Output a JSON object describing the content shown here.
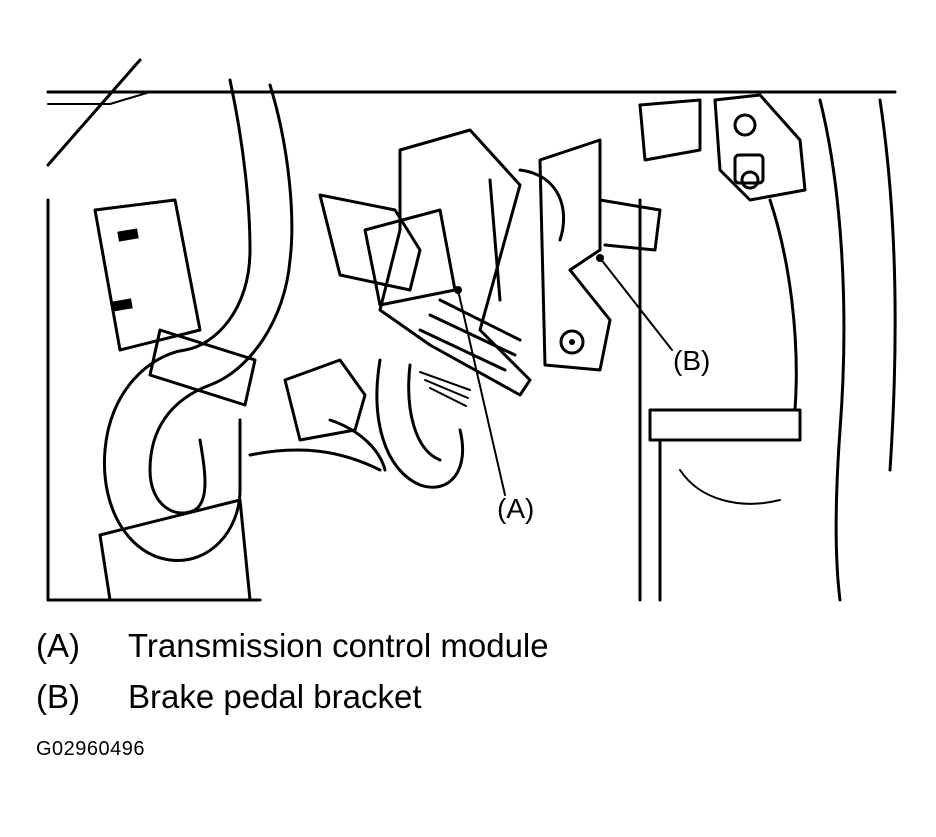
{
  "callouts": {
    "a": "(A)",
    "b": "(B)"
  },
  "legend": [
    {
      "key": "(A)",
      "text": "Transmission control module"
    },
    {
      "key": "(B)",
      "text": "Brake pedal bracket"
    }
  ],
  "figure_id": "G02960496"
}
